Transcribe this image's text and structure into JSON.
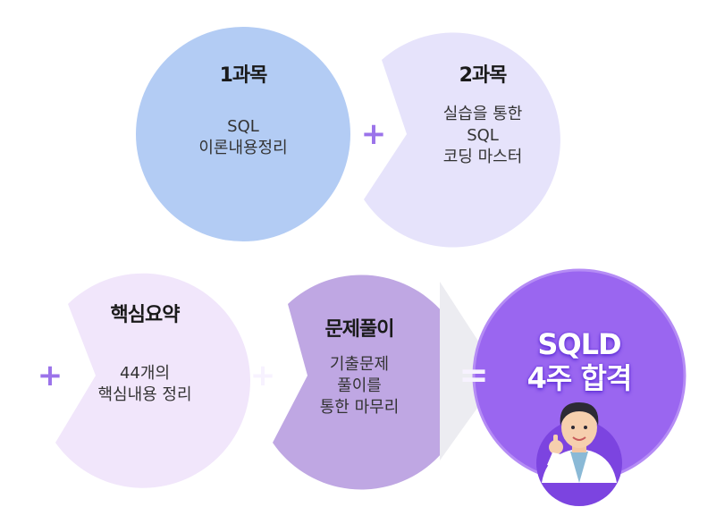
{
  "colors": {
    "circle1": "#b3ccf4",
    "circle2": "#e6e3fb",
    "circle3": "#f1e6fb",
    "circle4": "#bfa7e3",
    "goal": "#9a66f0",
    "sign": "#9b73ea"
  },
  "subject1": {
    "title": "1과목",
    "body": "SQL\n이론내용정리"
  },
  "subject2": {
    "title": "2과목",
    "body": "실습을 통한\nSQL\n코딩 마스터"
  },
  "summary": {
    "title": "핵심요약",
    "body": "44개의\n핵심내용 정리"
  },
  "practice": {
    "title": "문제풀이",
    "body": "기출문제\n풀이를\n통한 마무리"
  },
  "goal": {
    "line1": "SQLD",
    "line2": "4주 합격"
  },
  "signs": {
    "plus": "+",
    "equals": "="
  },
  "icons": {
    "mascot": "teacher-thumbs-up-icon"
  }
}
